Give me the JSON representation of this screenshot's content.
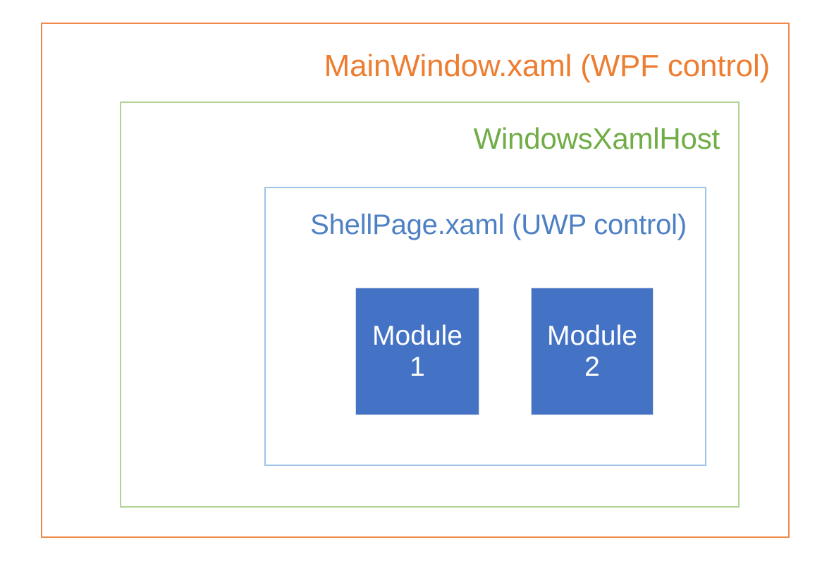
{
  "diagram": {
    "type": "nested-architecture-layers",
    "background_color": "#FFFFFF",
    "layers": [
      {
        "id": "mainwindow",
        "label": "MainWindow.xaml (WPF control)",
        "text_color": "#ED7D31",
        "border_color": "#F08A4B",
        "fill": "none"
      },
      {
        "id": "windowsxamlhost",
        "label": "WindowsXamlHost",
        "text_color": "#70AD47",
        "border_color": "#AED393",
        "fill": "none"
      },
      {
        "id": "shellpage",
        "label": "ShellPage.xaml (UWP control)",
        "text_color": "#4E81C4",
        "border_color": "#9DC3E6",
        "fill": "none"
      }
    ],
    "modules": [
      {
        "id": "module-1",
        "name": "Module",
        "number": "1",
        "fill_color": "#4472C4",
        "text_color": "#FFFFFF"
      },
      {
        "id": "module-2",
        "name": "Module",
        "number": "2",
        "fill_color": "#4472C4",
        "text_color": "#FFFFFF"
      }
    ]
  }
}
